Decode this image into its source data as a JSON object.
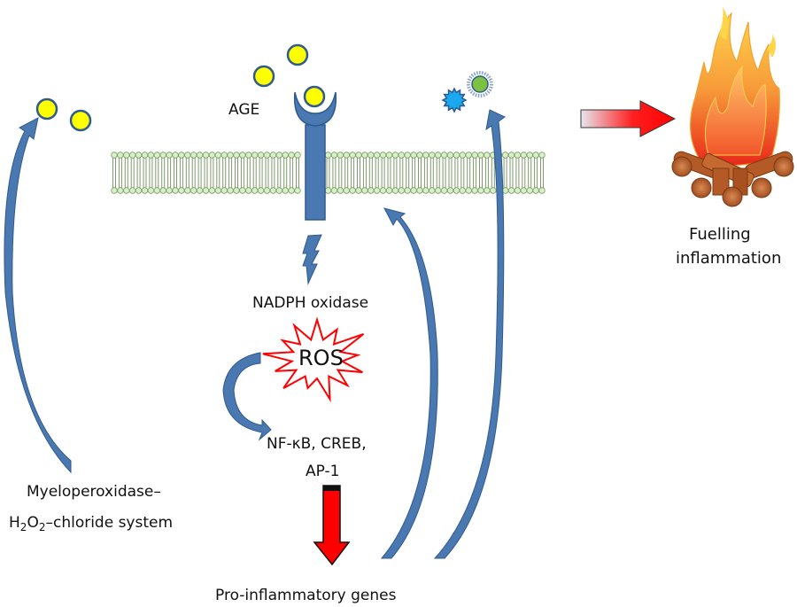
{
  "labels": {
    "age": "AGE",
    "nadph": "NADPH oxidase",
    "ros": "ROS",
    "transcription_line1": "NF-κB, CREB,",
    "transcription_line2": "AP-1",
    "genes": "Pro-inflammatory genes",
    "mpo_line1": "Myeloperoxidase–",
    "mpo_h": "H",
    "mpo_sub1": "2",
    "mpo_o": "O",
    "mpo_sub2": "2",
    "mpo_rest": "–chloride system",
    "fuel_line1": "Fuelling",
    "fuel_line2": "inflammation"
  },
  "colors": {
    "arrow_blue": "#4a78b0",
    "arrow_blue_dark": "#2f5a8f",
    "age_yellow": "#ffff00",
    "age_outline": "#2f5a8f",
    "lipid_head": "#d6f2c4",
    "lipid_outline": "#7e9a6a",
    "ros_star": "#ff0000",
    "signal_arrow": "#ff0000",
    "cytokine_blue": "#1aa9f0",
    "cytokine_green": "#7cc242"
  },
  "icons": {
    "receptor": "rage-receptor-icon",
    "membrane": "lipid-bilayer-icon",
    "fire": "campfire-icon",
    "lightning": "lightning-arrow-icon",
    "burst": "explosion-star-icon"
  }
}
